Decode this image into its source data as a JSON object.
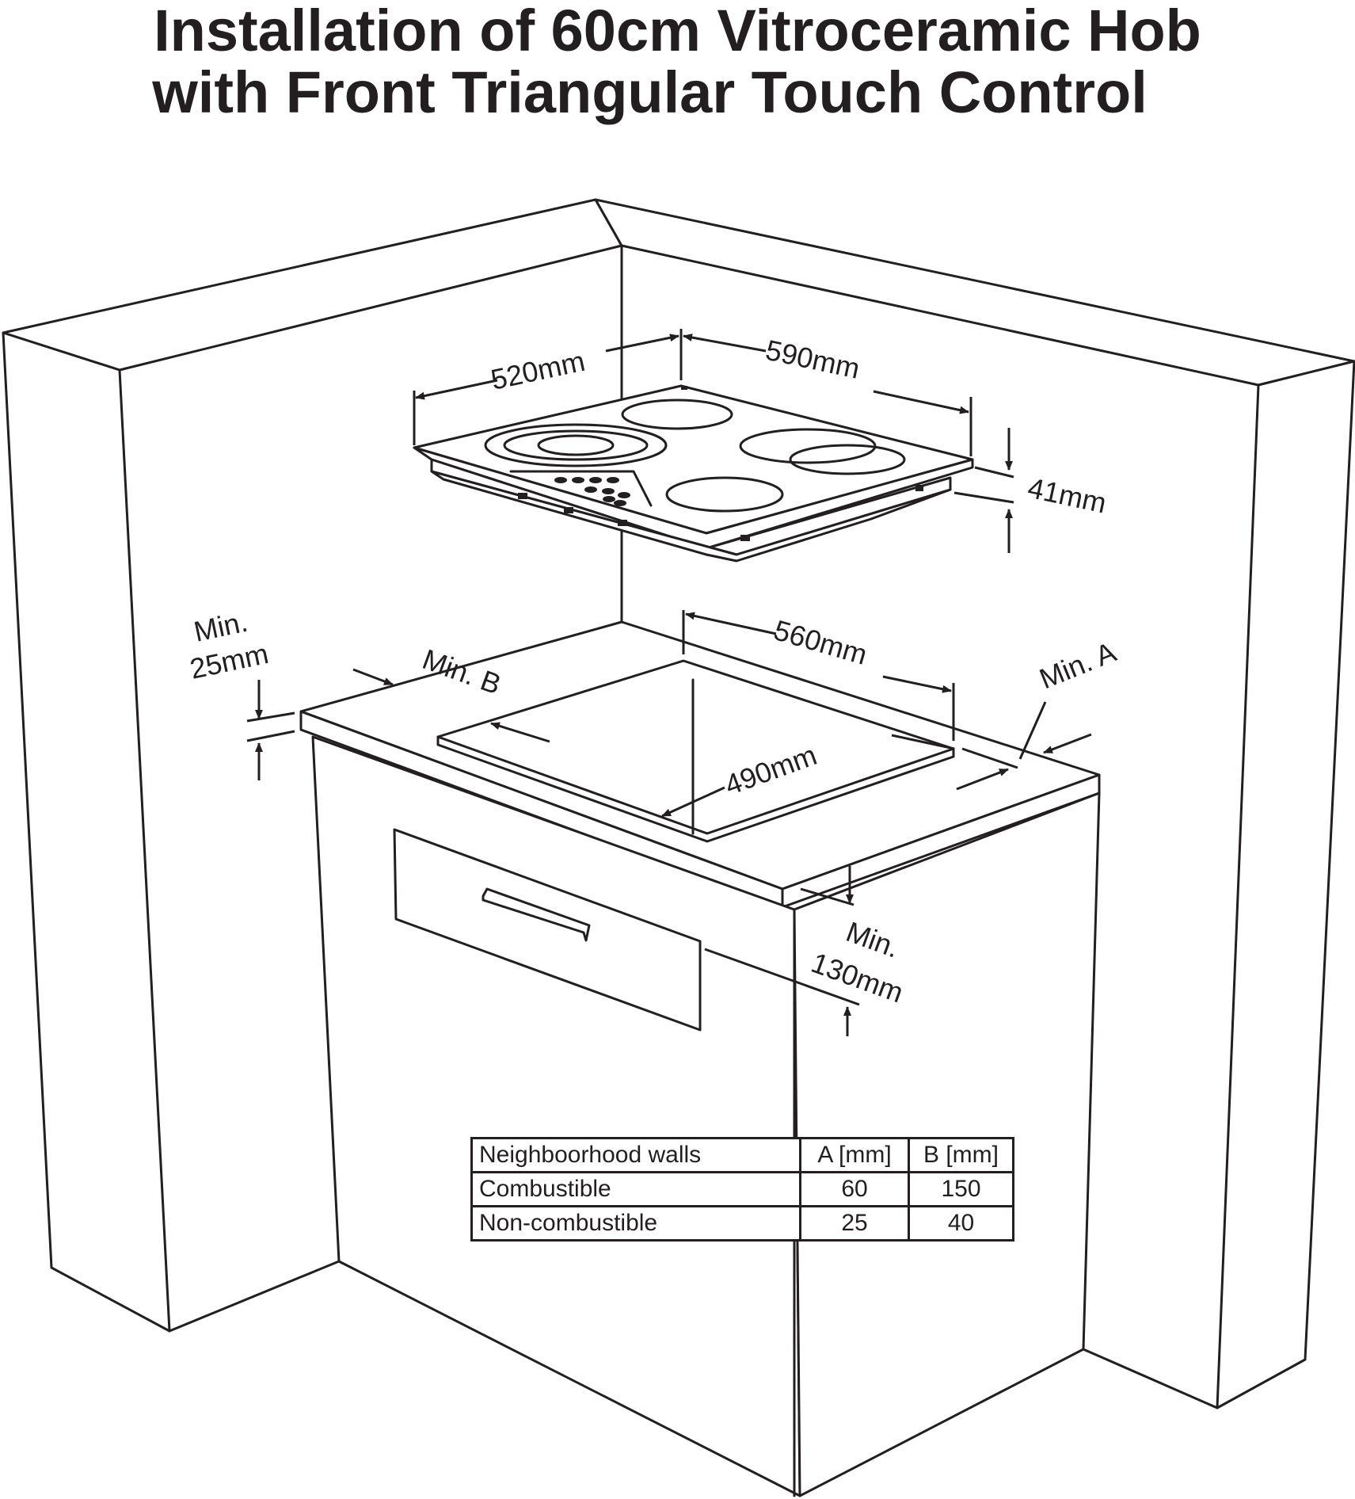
{
  "title": {
    "line1": "Installation of 60cm Vitroceramic Hob",
    "line2": "with Front Triangular Touch Control"
  },
  "dimensions": {
    "hob_depth": "520mm",
    "hob_width": "590mm",
    "hob_height": "41mm",
    "cutout_width": "560mm",
    "cutout_depth": "490mm",
    "min_top_line1": "Min.",
    "min_top_line2": "25mm",
    "min_b": "Min. B",
    "min_a": "Min. A",
    "min_bottom_line1": "Min.",
    "min_bottom_line2": "130mm"
  },
  "table": {
    "header": [
      "Neighboorhood walls",
      "A [mm]",
      "B [mm]"
    ],
    "rows": [
      [
        "Combustible",
        "60",
        "150"
      ],
      [
        "Non-combustible",
        "25",
        "40"
      ]
    ]
  },
  "colors": {
    "line": "#231f20",
    "background": "#ffffff"
  }
}
